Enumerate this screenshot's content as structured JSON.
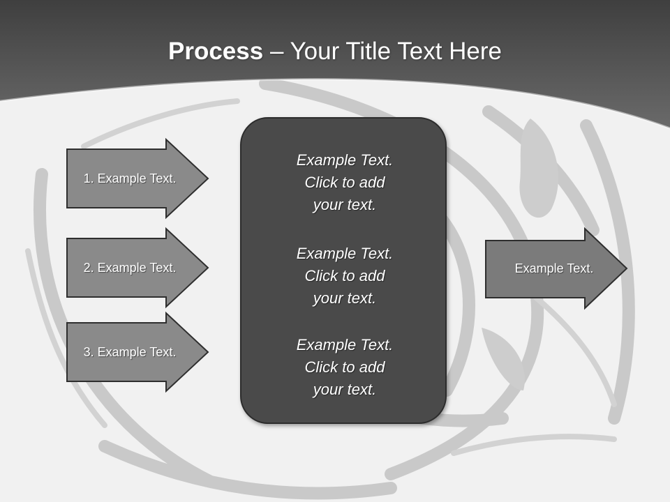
{
  "slide": {
    "title_bold": "Process",
    "title_rest": " – Your Title Text Here"
  },
  "inputs": [
    {
      "label": "1. Example Text."
    },
    {
      "label": "2. Example Text."
    },
    {
      "label": "3. Example Text."
    }
  ],
  "center": {
    "blocks": [
      {
        "lines": [
          "Example Text.",
          "Click  to add",
          "your text."
        ]
      },
      {
        "lines": [
          "Example Text.",
          "Click  to add",
          "your text."
        ]
      },
      {
        "lines": [
          "Example Text.",
          "Click  to add",
          "your text."
        ]
      }
    ]
  },
  "output": {
    "label": "Example Text."
  },
  "colors": {
    "header": "#5a5a5a",
    "arrow_fill": "#8a8a8a",
    "output_arrow_fill": "#7b7b7b",
    "center_box": "#4a4a4a",
    "outline": "#2e2e2e"
  }
}
